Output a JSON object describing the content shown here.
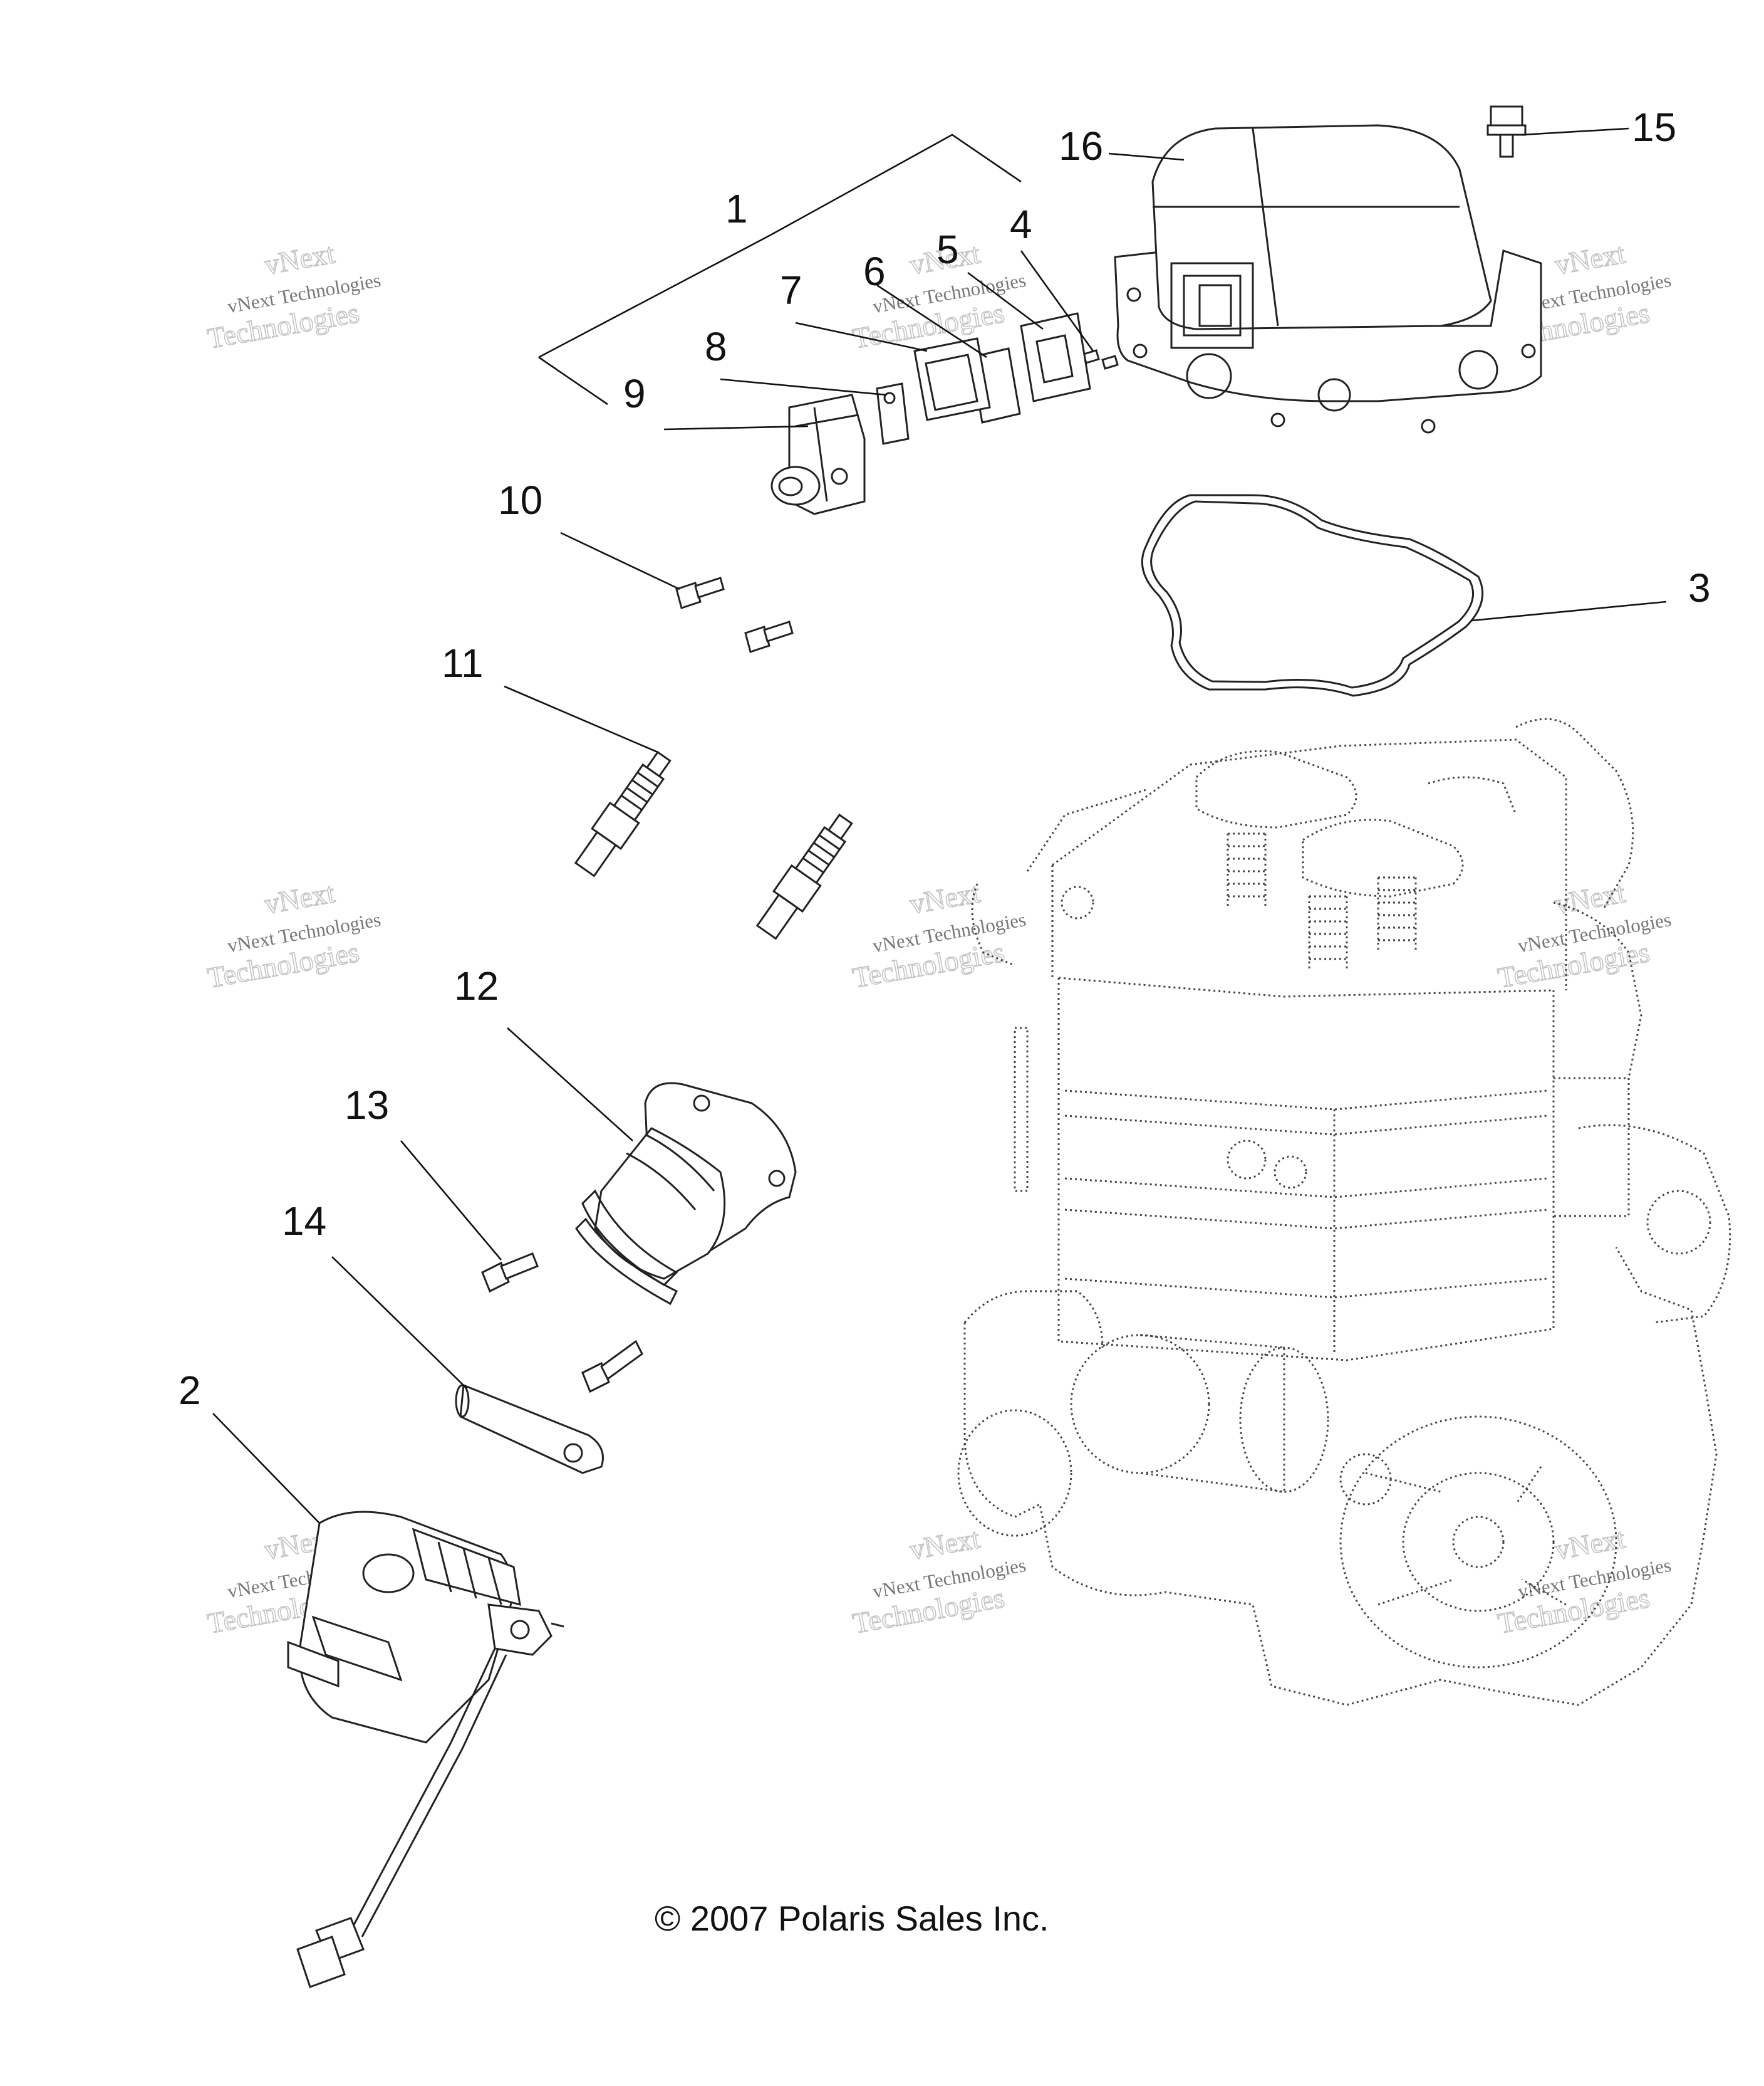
{
  "callouts": [
    "1",
    "2",
    "3",
    "4",
    "5",
    "6",
    "7",
    "8",
    "9",
    "10",
    "11",
    "12",
    "13",
    "14",
    "15",
    "16"
  ],
  "watermark": {
    "line1": "vNext Technologies",
    "line2": "vNext",
    "line3": "Technologies"
  },
  "copyright": "© 2007 Polaris Sales Inc.",
  "colors": {
    "ink": "#222222",
    "watermark": "#777777",
    "background": "#ffffff"
  }
}
